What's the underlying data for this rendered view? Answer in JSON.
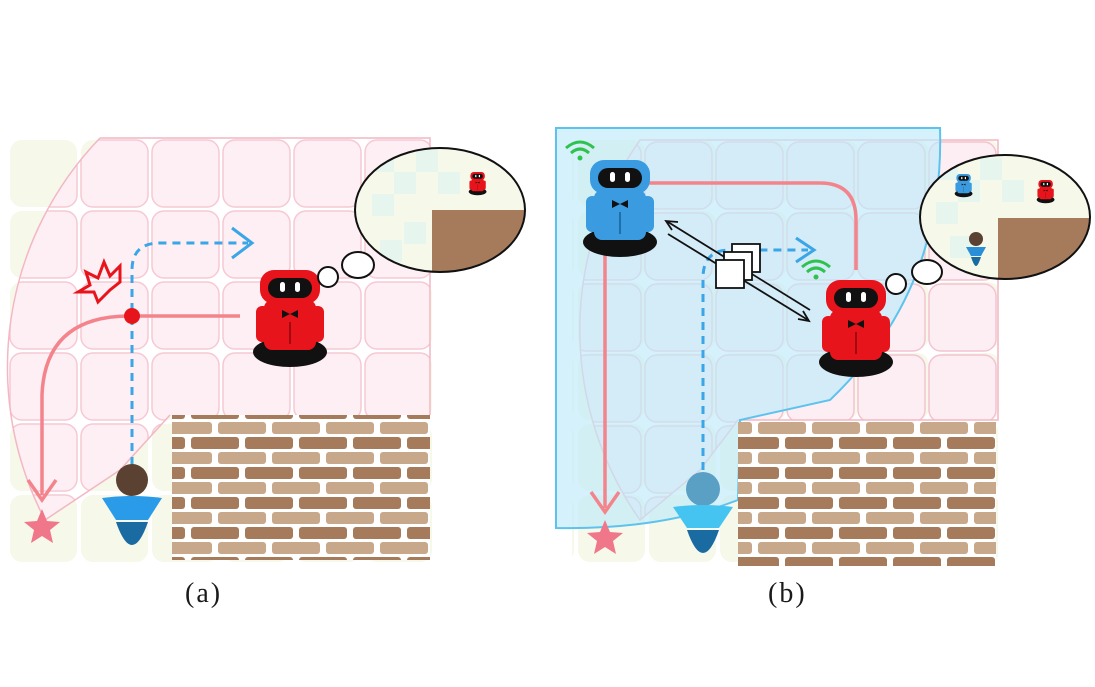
{
  "panels": [
    {
      "id": "a",
      "caption": "(a)"
    },
    {
      "id": "b",
      "caption": "(b)"
    }
  ],
  "icons": {
    "robot": "robot-icon",
    "human": "person-icon",
    "goal": "star-icon",
    "wall": "brick-wall-icon",
    "thought": "thought-bubble-icon",
    "wifi": "wifi-icon",
    "collision": "collision-burst-icon",
    "message": "message-packet-icon"
  },
  "colors": {
    "robot_red": "#e8141b",
    "robot_blue": "#3a9be0",
    "human_blue": "#2a8fd6",
    "human_head_dark": "#5b4131",
    "human_head_blue": "#5a9fc4",
    "red_path": "#f4848c",
    "blue_path": "#3aa6e8",
    "wifi_green": "#2ec24e",
    "brick_dark": "#a57b5c",
    "brick_light": "#c8a88a",
    "fov_pink": "#fde4ea",
    "fov_blue": "#cdeefb",
    "goal_star": "#f0768a"
  }
}
